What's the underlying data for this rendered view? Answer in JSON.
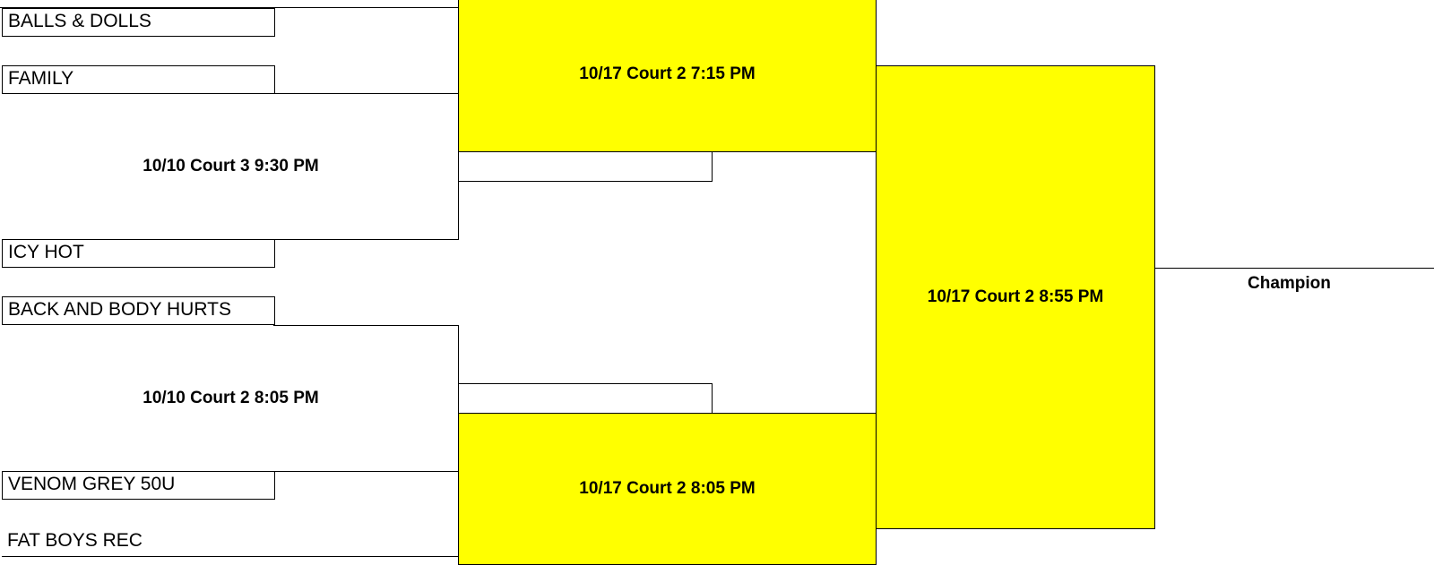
{
  "teams": [
    "BALLS & DOLLS",
    "FAMILY",
    "ICY HOT",
    "BACK AND BODY HURTS",
    "VENOM GREY 50U",
    "FAT BOYS REC"
  ],
  "games": {
    "r1_top": "10/10 Court 3 9:30 PM",
    "r1_bottom": "10/10 Court 2 8:05 PM",
    "semi_top": "10/17 Court 2 7:15 PM",
    "semi_bottom": "10/17 Court 2 8:05 PM",
    "final": "10/17 Court 2 8:55 PM"
  },
  "champion_label": "Champion",
  "colors": {
    "highlight": "#ffff00",
    "line": "#000000"
  }
}
